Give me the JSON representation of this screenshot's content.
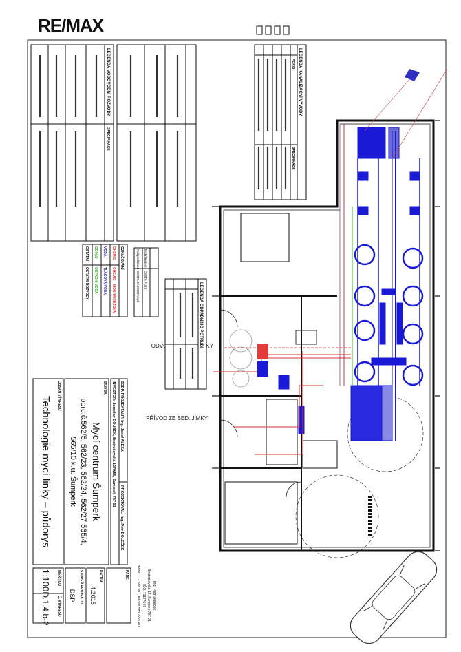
{
  "logo": "RE/MAX",
  "title_block": {
    "zodp_projektant": "ZODP. PROJEKTANT: Ing. Josef ALEXA",
    "projektoval": "PROJEKTOVAL:  Ing. Petr DOLEČEK",
    "investor": "INVESTOR: Jaroslav DOUBEK, Bratrušovská 1279/50, Šumperk 787 01",
    "stavba_label": "STAVBA",
    "stavba_line1": "Mycí centrum Šumperk",
    "stavba_line2": "porc.č.562/5, 562/23, 562/24, 562/27 565/4,",
    "stavba_line3": "565/10 k.ú. Šumperk",
    "obsah_label": "OBSAH VÝKRESU",
    "obsah": "Technologie mycí linky – půdorys",
    "pare_label": "PARE",
    "datum_label": "DATUM",
    "datum": "4.2015",
    "stupen_label": "STUPEŇ PROJEKTU",
    "stupen": "DSP",
    "meritko_label": "MĚŘÍTKO",
    "meritko": "1:100",
    "cislo_label": "Č. VÝKRESU",
    "cislo": "D.1.4.b-2",
    "address": [
      "Ing. Petr Doleček",
      "Bratrušovská 12, Šumperk 787 01",
      "IČO: 71177647",
      "mobil: 777 586 501, tel./fax 583 222 040"
    ]
  },
  "plan_labels": {
    "odvod": "ODVOD DO SED. JÍMKY",
    "privod": "PŘÍVOD ZE SED. JÍMKY"
  },
  "legends": {
    "kanalizace_title": "LEGENDA KANALIZAČNÍ VÝVODY",
    "kanalizace_col1": "POPIS",
    "kanalizace_col2": "SPECIFIKACE",
    "odpad_title": "LEGENDA ODPADNÍHO POTRUBÍ",
    "voda_title": "LEGENDA VODOVODNÍ ROZVODY",
    "voda_col2": "SPECIFIKACE",
    "barvy_title": "OZNAČOVÁNÍ",
    "barvy": [
      {
        "label": "CHEMIE",
        "desc": "CHEMIE – MODRÁ/RŮŽOVÁ",
        "color": "#e23b3b"
      },
      {
        "label": "VODA",
        "desc": "TLAKOVÁ VODA",
        "color": "#1d1dbf"
      },
      {
        "label": "ODPAD",
        "desc": "ODPADNÍ VODA",
        "color": "#2bbf2b"
      },
      {
        "label": "OSTATNÍ",
        "desc": "OSTATNÍ ROZVODY",
        "color": "#111111"
      }
    ],
    "investor_rows": [
      "Bod připojení",
      "Pod podlahou"
    ],
    "investor_vals": [
      "CESTA PLUS",
      "CESTA ZÁSOBOVÁNÍ"
    ]
  },
  "colors": {
    "equipment": "#1a1ad6",
    "pipe": "#d43030",
    "water": "#2bbf2b"
  }
}
